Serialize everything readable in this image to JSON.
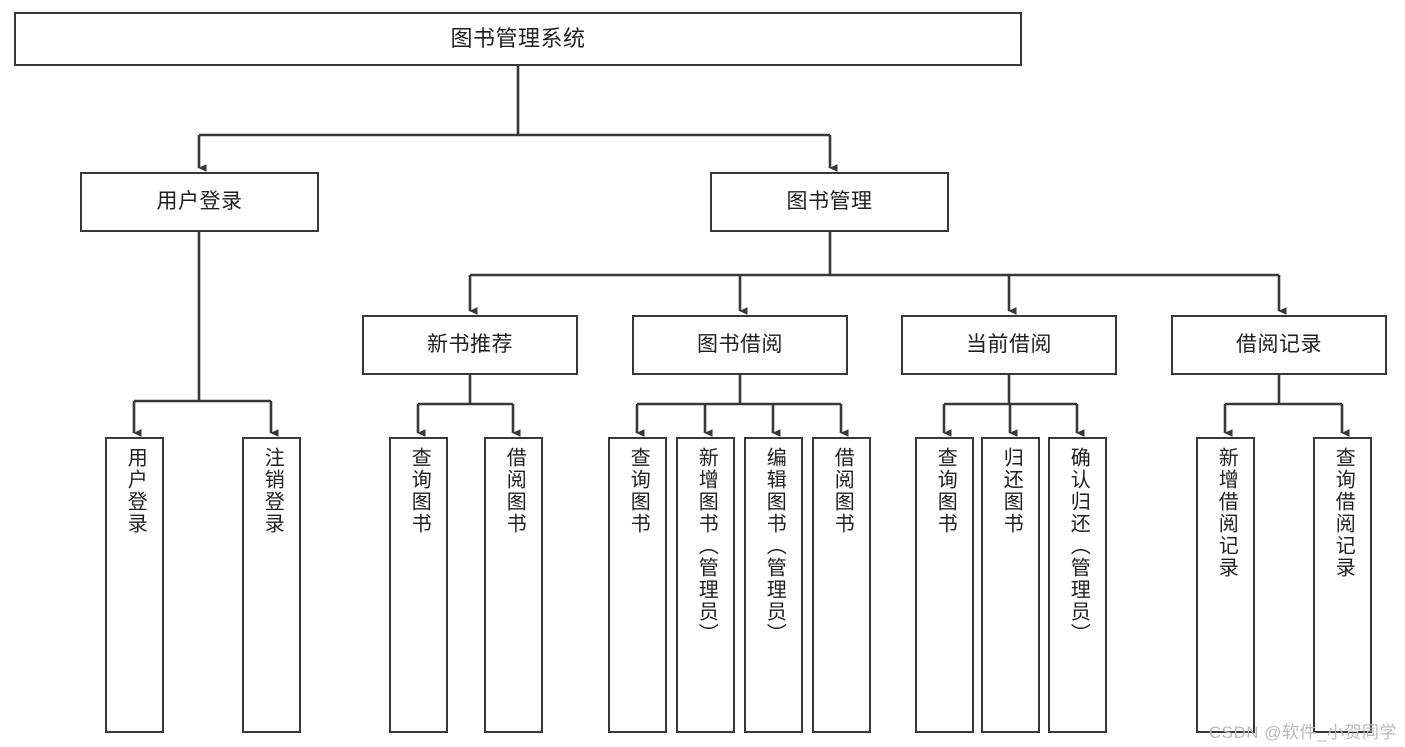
{
  "diagram": {
    "type": "tree-hierarchy",
    "title": "图书管理系统",
    "stroke_color": "#38383a",
    "fill_color": "#ffffff",
    "text_color": "#1f1f1f",
    "watermark": "CSDN @软件_小贺同学"
  },
  "nodes": {
    "root": {
      "label": "图书管理系统"
    },
    "level2": [
      {
        "id": "user-login",
        "label": "用户登录"
      },
      {
        "id": "book-manage",
        "label": "图书管理"
      }
    ],
    "level3": [
      {
        "id": "new-book-recommend",
        "label": "新书推荐"
      },
      {
        "id": "book-borrow",
        "label": "图书借阅"
      },
      {
        "id": "current-borrow",
        "label": "当前借阅"
      },
      {
        "id": "borrow-record",
        "label": "借阅记录"
      }
    ],
    "leaves": {
      "user-login": [
        {
          "id": "leaf-user-login",
          "label": "用户登录"
        },
        {
          "id": "leaf-logout",
          "label": "注销登录"
        }
      ],
      "new-book-recommend": [
        {
          "id": "leaf-query-book-1",
          "label": "查询图书"
        },
        {
          "id": "leaf-borrow-book-1",
          "label": "借阅图书"
        }
      ],
      "book-borrow": [
        {
          "id": "leaf-query-book-2",
          "label": "查询图书"
        },
        {
          "id": "leaf-add-book",
          "label": "新增图书（管理员）"
        },
        {
          "id": "leaf-edit-book",
          "label": "编辑图书（管理员）"
        },
        {
          "id": "leaf-borrow-book-2",
          "label": "借阅图书"
        }
      ],
      "current-borrow": [
        {
          "id": "leaf-query-book-3",
          "label": "查询图书"
        },
        {
          "id": "leaf-return-book",
          "label": "归还图书"
        },
        {
          "id": "leaf-confirm-return",
          "label": "确认归还（管理员）"
        }
      ],
      "borrow-record": [
        {
          "id": "leaf-add-record",
          "label": "新增借阅记录"
        },
        {
          "id": "leaf-query-record",
          "label": "查询借阅记录"
        }
      ]
    }
  }
}
